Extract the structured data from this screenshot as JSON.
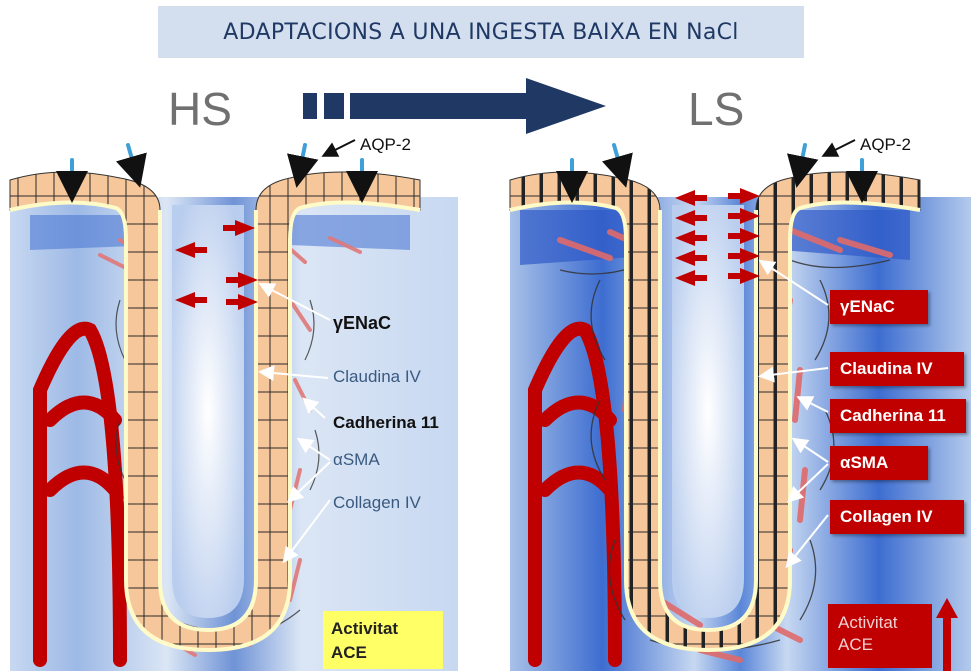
{
  "title": "ADAPTACIONS A UNA INGESTA BAIXA EN NaCl",
  "left_panel": {
    "label": "HS",
    "aqp": "AQP-2",
    "markers": {
      "enac": "γENaC",
      "claudina": "Claudina IV",
      "cadherina": "Cadherina 11",
      "asma": "αSMA",
      "collagen": "Collagen IV"
    },
    "ace_line1": "Activitat",
    "ace_line2": "ACE"
  },
  "right_panel": {
    "label": "LS",
    "aqp": "AQP-2",
    "markers": {
      "enac": "γENaC",
      "claudina": "Claudina IV",
      "cadherina": "Cadherina 11",
      "asma": "αSMA",
      "collagen": "Collagen IV"
    },
    "ace_line1": "Activitat",
    "ace_line2": "ACE"
  },
  "colors": {
    "title_bg": "#d3dfee",
    "title_text": "#1f3864",
    "big_arrow": "#1f3864",
    "marker_box": "#c00000",
    "ace_hs": "#ffff66",
    "vessel": "#c00000",
    "cell": "#f6c79a"
  },
  "icons": [
    "arrow-right-icon",
    "arrow-up-icon"
  ]
}
